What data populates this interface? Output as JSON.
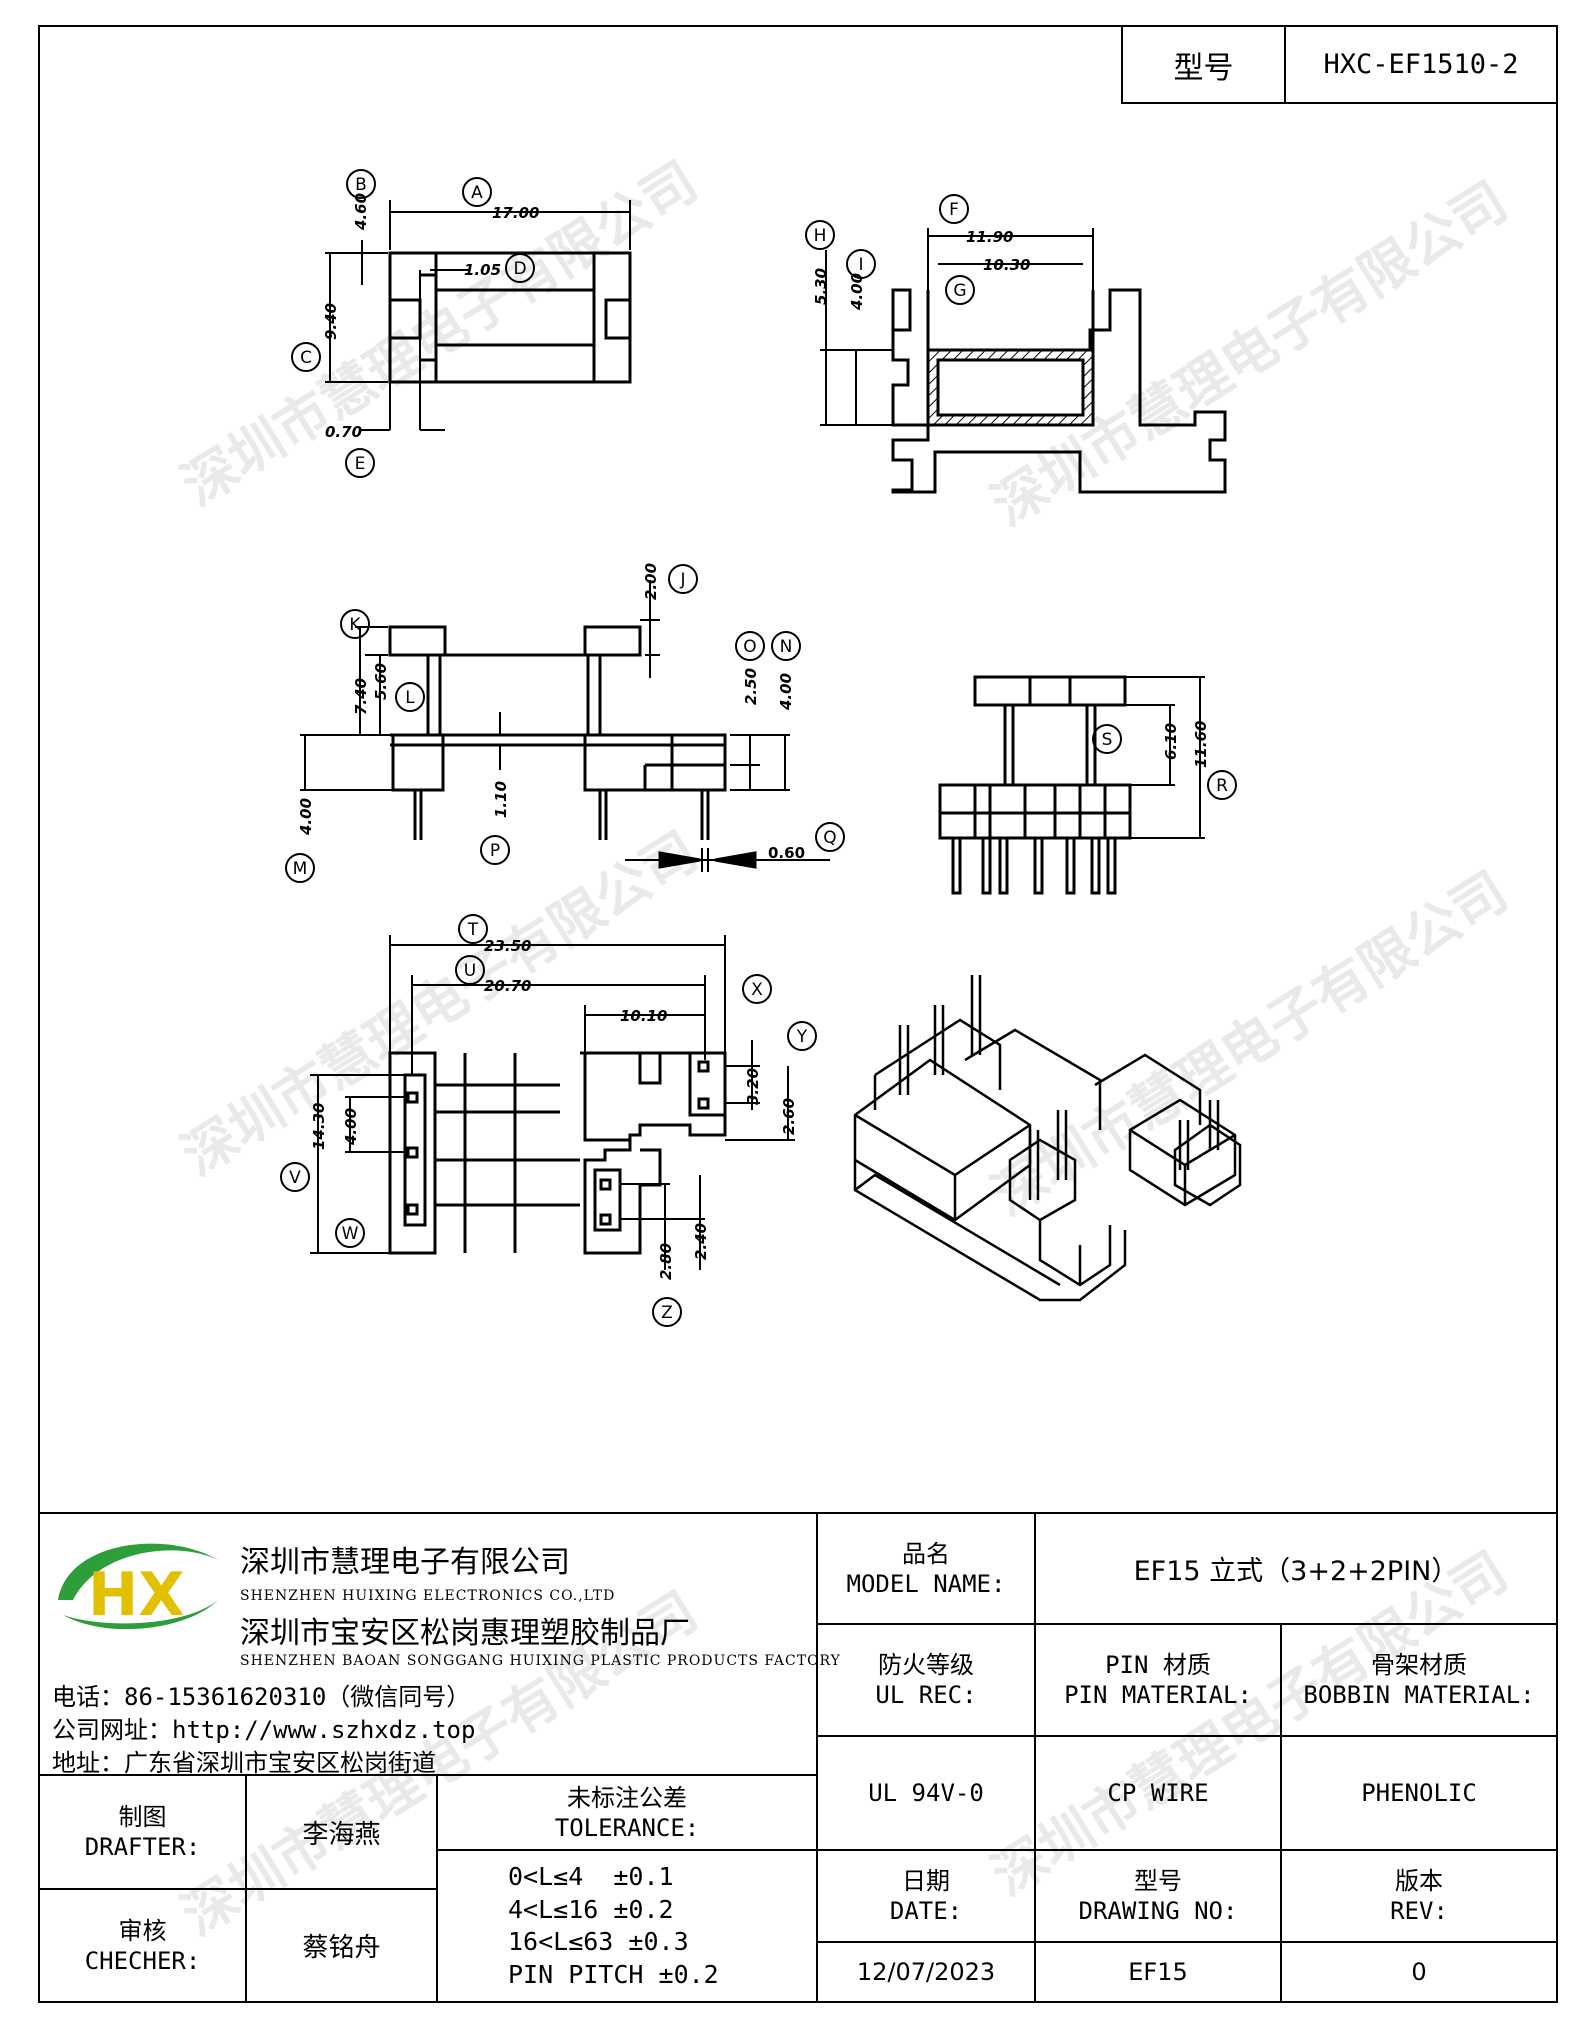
{
  "header": {
    "model_label": "型号",
    "model_value": "HXC-EF1510-2"
  },
  "watermark": "深圳市慧理电子有限公司",
  "drawing": {
    "dims": {
      "A": "17.00",
      "B": "4.60",
      "C": "9.40",
      "D": "1.05",
      "E": "0.70",
      "F": "11.90",
      "G": "10.30",
      "H": "5.30",
      "I": "4.00",
      "J": "2.00",
      "K": "7.40",
      "L": "5.60",
      "M": "4.00",
      "N": "4.00",
      "O": "2.50",
      "P": "1.10",
      "Q": "0.60",
      "R": "11.60",
      "S": "6.10",
      "T": "23.50",
      "U": "20.70",
      "V": "14.30",
      "W": "4.00",
      "X": "3.20",
      "Y": "2.60",
      "Z1": "2.80",
      "Z2": "2.40",
      "X2": "10.10"
    },
    "letters": [
      "A",
      "B",
      "C",
      "D",
      "E",
      "F",
      "G",
      "H",
      "I",
      "J",
      "K",
      "L",
      "M",
      "N",
      "O",
      "P",
      "Q",
      "R",
      "S",
      "T",
      "U",
      "V",
      "W",
      "X",
      "Y",
      "Z"
    ]
  },
  "company": {
    "logo_text": "HX",
    "name_cn": "深圳市慧理电子有限公司",
    "name_en": "SHENZHEN HUIXING ELECTRONICS CO.,LTD",
    "factory_cn": "深圳市宝安区松岗惠理塑胶制品厂",
    "factory_en": "SHENZHEN BAOAN SONGGANG HUIXING PLASTIC PRODUCTS FACTORY",
    "phone": "电话：86-15361620310（微信同号）",
    "website": "公司网址：http://www.szhxdz.top",
    "address": "地址：广东省深圳市宝安区松岗街道"
  },
  "title_block": {
    "model_name_label_cn": "品名",
    "model_name_label_en": "MODEL NAME:",
    "model_name_value": "EF15 立式（3+2+2PIN）",
    "ul_label_cn": "防火等级",
    "ul_label_en": "UL REC:",
    "pin_label_cn": "PIN 材质",
    "pin_label_en": "PIN MATERIAL:",
    "bobbin_label_cn": "骨架材质",
    "bobbin_label_en": "BOBBIN MATERIAL:",
    "ul_value": "UL 94V-0",
    "pin_value": "CP WIRE",
    "bobbin_value": "PHENOLIC",
    "drafter_label_cn": "制图",
    "drafter_label_en": "DRAFTER:",
    "drafter_value": "李海燕",
    "checker_label_cn": "审核",
    "checker_label_en": "CHECHER:",
    "checker_value": "蔡铭舟",
    "tolerance_label_cn": "未标注公差",
    "tolerance_label_en": "TOLERANCE:",
    "tolerance_lines": [
      "0<L≤4  ±0.1",
      "4<L≤16 ±0.2",
      "16<L≤63 ±0.3",
      "PIN PITCH ±0.2"
    ],
    "date_label_cn": "日期",
    "date_label_en": "DATE:",
    "date_value": "12/07/2023",
    "drawing_no_label_cn": "型号",
    "drawing_no_label_en": "DRAWING NO:",
    "drawing_no_value": "EF15",
    "rev_label_cn": "版本",
    "rev_label_en": "REV:",
    "rev_value": "0"
  },
  "colors": {
    "logo_green": "#2e9e3a",
    "logo_yellow": "#e2c000",
    "line": "#000000"
  }
}
